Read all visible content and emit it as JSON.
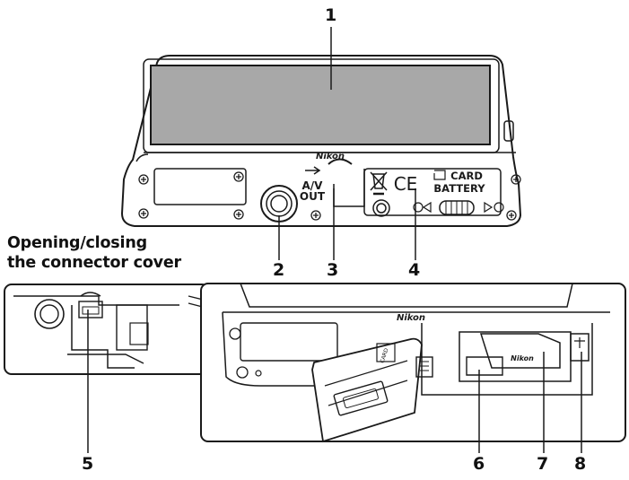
{
  "caption": {
    "line1": "Opening/closing",
    "line2": "the connector cover"
  },
  "callouts": [
    {
      "label": "1"
    },
    {
      "label": "2"
    },
    {
      "label": "3"
    },
    {
      "label": "4"
    },
    {
      "label": "5"
    },
    {
      "label": "6"
    },
    {
      "label": "7"
    },
    {
      "label": "8"
    }
  ],
  "camera_markings": {
    "brand": "Nikon",
    "av_line1": "A/V",
    "av_line2": "OUT",
    "card_battery_line1": "CARD",
    "card_battery_line2": "BATTERY",
    "card_small": "CARD",
    "ce_mark": "CE"
  },
  "colors": {
    "line": "#1a1a1a",
    "screen": "#a8a8a8",
    "body": "#ffffff"
  }
}
